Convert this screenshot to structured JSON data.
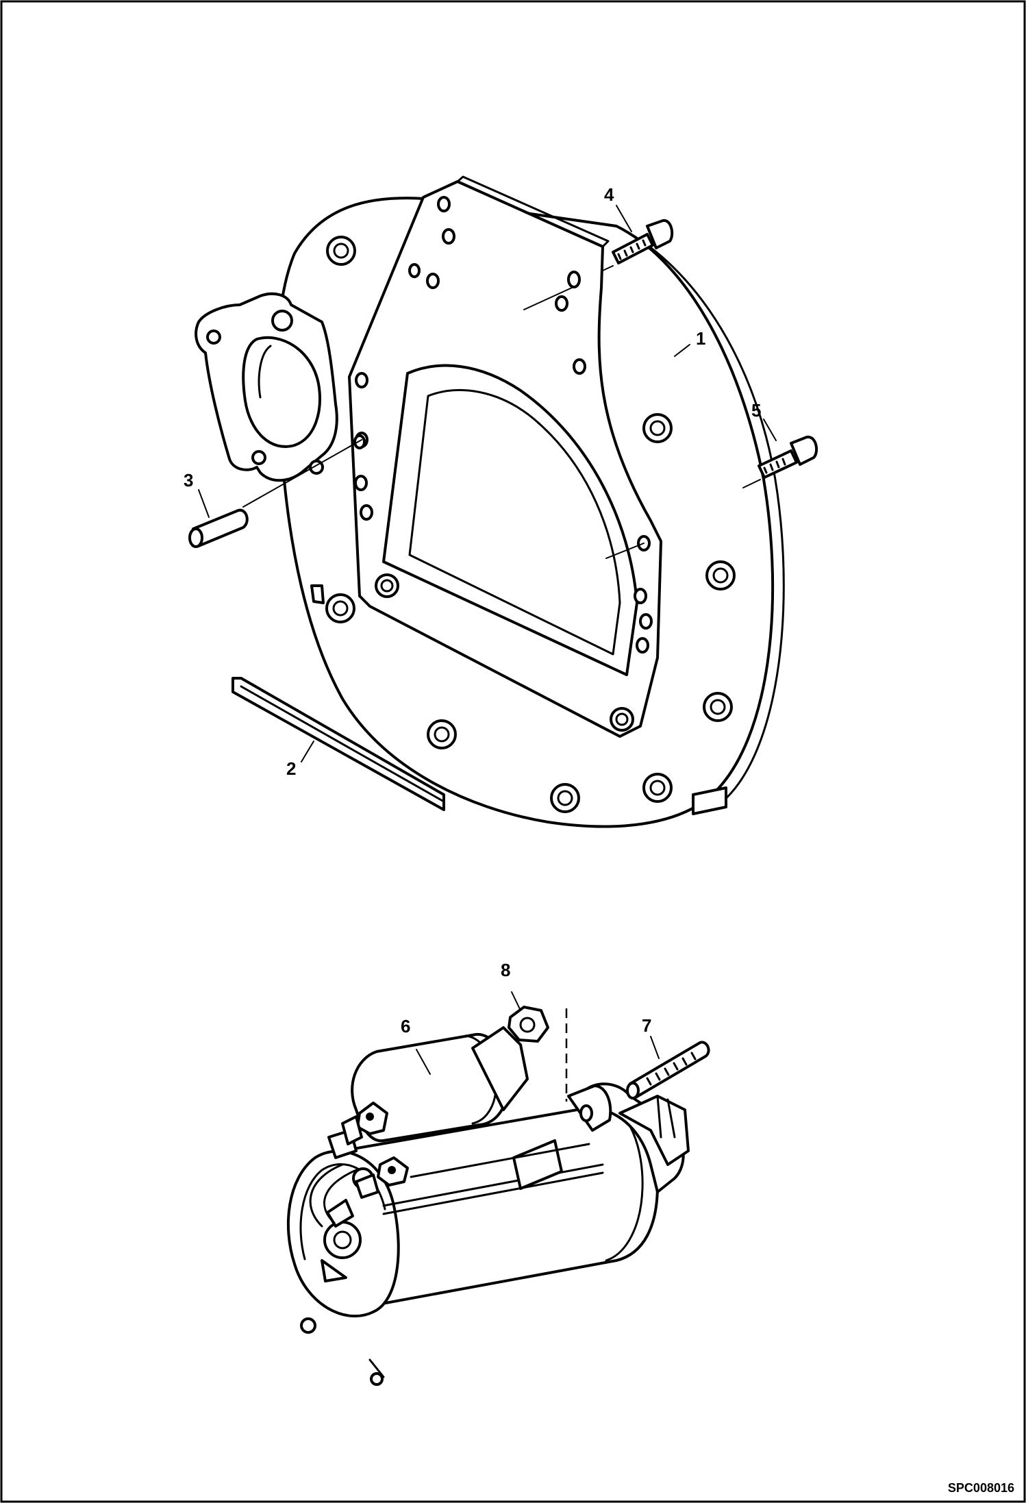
{
  "callouts": {
    "c1": "1",
    "c2": "2",
    "c3": "3",
    "c4": "4",
    "c5": "5",
    "c6": "6",
    "c7": "7",
    "c8": "8"
  },
  "figure_ref": "SPC008016"
}
